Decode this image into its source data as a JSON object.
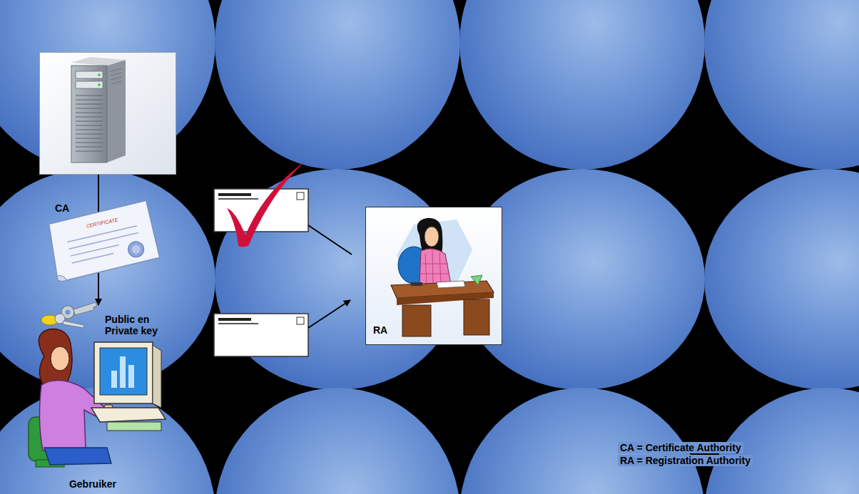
{
  "diagram": {
    "nodes": [
      {
        "text": [
          "CA"
        ]
      },
      {
        "text": [
          "RA"
        ]
      },
      {
        "text": [
          "Gebruiker"
        ]
      }
    ],
    "edges": [
      {
        "from": 0,
        "to": 2,
        "arrow": "to"
      }
    ],
    "labels": [
      "CERTIFICATE",
      "Public en Private key",
      "CA = Certificate Authority",
      "RA = Registration Authority"
    ]
  }
}
